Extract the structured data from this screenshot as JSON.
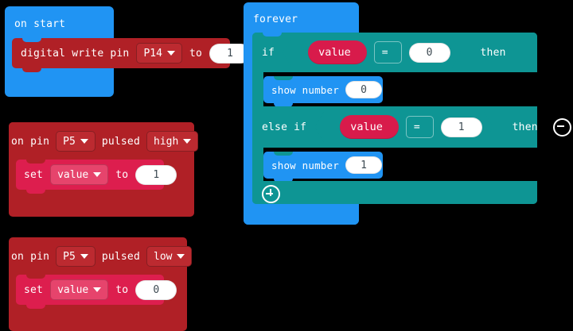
{
  "app": {
    "name": "makecode-block-editor",
    "canvas_background": "#000000"
  },
  "palette": {
    "event_blue": "#2094f3",
    "pins_dark_red": "#b02026",
    "variables_crimson": "#dd1e4e",
    "logic_teal": "#0e9594",
    "basic_blue": "#2094f3",
    "field_white": "#ffffff",
    "field_text": "#3d4a52"
  },
  "scripts": {
    "on_start": {
      "hat_label": "on start",
      "statements": [
        {
          "name": "digital-write-pin",
          "label_start": "digital write pin",
          "pin_value": "P14",
          "label_mid": "to",
          "number_value": "1"
        }
      ]
    },
    "on_pin_pulsed_high": {
      "hat_label_start": "on pin",
      "hat_pin": "P5",
      "hat_label_mid": "pulsed",
      "hat_edge": "high",
      "statements": [
        {
          "name": "set-variable",
          "label_start": "set",
          "variable": "value",
          "label_mid": "to",
          "number_value": "1"
        }
      ]
    },
    "on_pin_pulsed_low": {
      "hat_label_start": "on pin",
      "hat_pin": "P5",
      "hat_label_mid": "pulsed",
      "hat_edge": "low",
      "statements": [
        {
          "name": "set-variable",
          "label_start": "set",
          "variable": "value",
          "label_mid": "to",
          "number_value": "0"
        }
      ]
    },
    "forever": {
      "hat_label": "forever",
      "if_block": {
        "if_label": "if",
        "then_label": "then",
        "condition": {
          "variable": "value",
          "operator": "=",
          "compare_value": "0"
        },
        "body": [
          {
            "name": "show-number",
            "label": "show number",
            "number_value": "0"
          }
        ],
        "else_if": {
          "else_if_label": "else if",
          "then_label": "then",
          "remove_icon": "minus-circle-icon",
          "condition": {
            "variable": "value",
            "operator": "=",
            "compare_value": "1"
          },
          "body": [
            {
              "name": "show-number",
              "label": "show number",
              "number_value": "1"
            }
          ]
        },
        "add_icon": "plus-circle-icon"
      }
    }
  }
}
